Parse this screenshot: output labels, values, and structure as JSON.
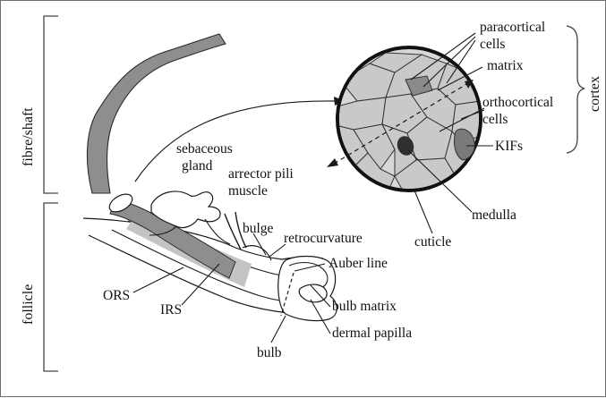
{
  "regions": {
    "fibre_shaft": "fibre/shaft",
    "follicle": "follicle",
    "cortex": "cortex"
  },
  "labels": {
    "paracortical_cells": [
      "paracortical",
      "cells"
    ],
    "matrix": "matrix",
    "orthocortical_cells": [
      "orthocortical",
      "cells"
    ],
    "kifs": "KIFs",
    "medulla": "medulla",
    "cuticle": "cuticle",
    "sebaceous_gland": [
      "sebaceous",
      "gland"
    ],
    "arrector_pili_muscle": [
      "arrector pili",
      "muscle"
    ],
    "bulge": "bulge",
    "retrocurvature": "retrocurvature",
    "auber_line": "Auber line",
    "bulb_matrix": "bulb matrix",
    "dermal_papilla": "dermal papilla",
    "bulb": "bulb",
    "ors": "ORS",
    "irs": "IRS"
  },
  "colors": {
    "fibre": "#8e8e8e",
    "fibre_light": "#c4c4c4",
    "cell_fill": "#c9c9c9",
    "cell_dark": "#8a8a8a",
    "kif": "#7a7a7a",
    "medulla": "#2f2f2f",
    "line": "#1a1a1a"
  }
}
